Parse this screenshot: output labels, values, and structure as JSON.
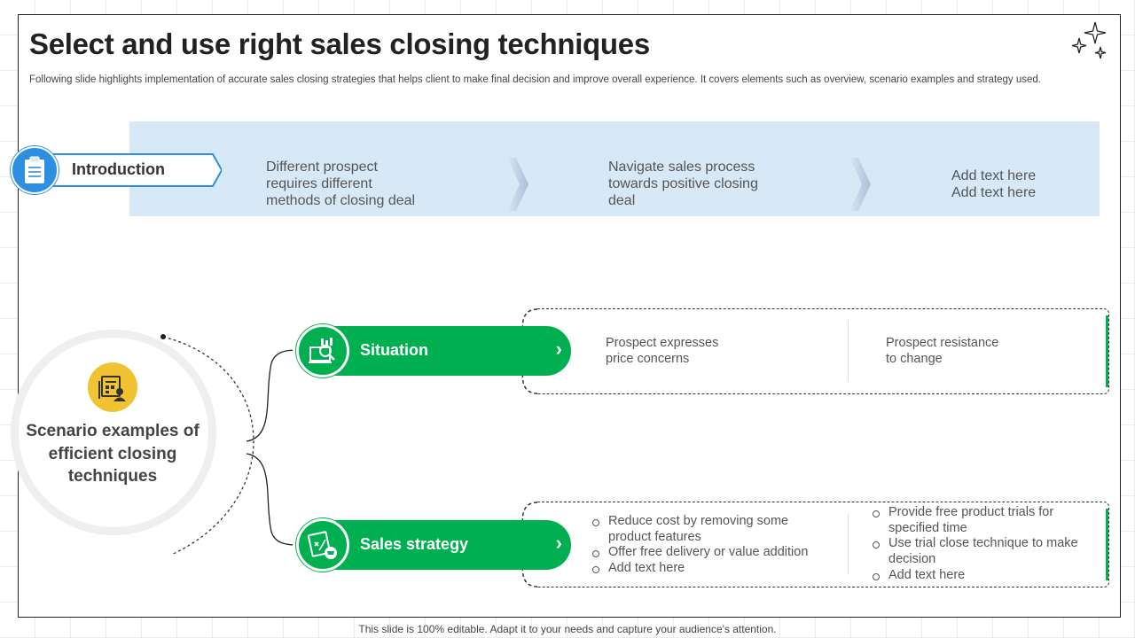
{
  "title": "Select and use right sales closing techniques",
  "subtitle": "Following slide highlights implementation of accurate sales closing strategies that helps client to make final decision and improve overall experience. It covers elements such as overview, scenario examples and strategy used.",
  "introduction": {
    "label": "Introduction",
    "icon": "clipboard-icon",
    "steps": [
      "Different prospect requires different methods of closing deal",
      "Navigate sales process towards positive closing deal",
      "Add text here Add text here"
    ]
  },
  "scenario": {
    "label": "Scenario examples of efficient closing techniques",
    "icon": "business-board-icon"
  },
  "situation": {
    "label": "Situation",
    "icon": "data-analysis-icon",
    "items": [
      "Prospect expresses price concerns",
      "Prospect resistance to change"
    ]
  },
  "sales_strategy": {
    "label": "Sales strategy",
    "icon": "strategy-cart-icon",
    "col1": [
      "Reduce cost by removing some product features",
      "Offer free delivery or value addition",
      "Add text here"
    ],
    "col2": [
      "Provide free product trials for specified time",
      "Use trial close technique to make decision",
      "Add text here"
    ]
  },
  "footer": "This slide is 100% editable. Adapt it to your needs and capture your audience's attention.",
  "colors": {
    "green": "#00b050",
    "blue": "#2e8fe2",
    "band": "#d7e8f6",
    "yellow": "#f1c232"
  }
}
